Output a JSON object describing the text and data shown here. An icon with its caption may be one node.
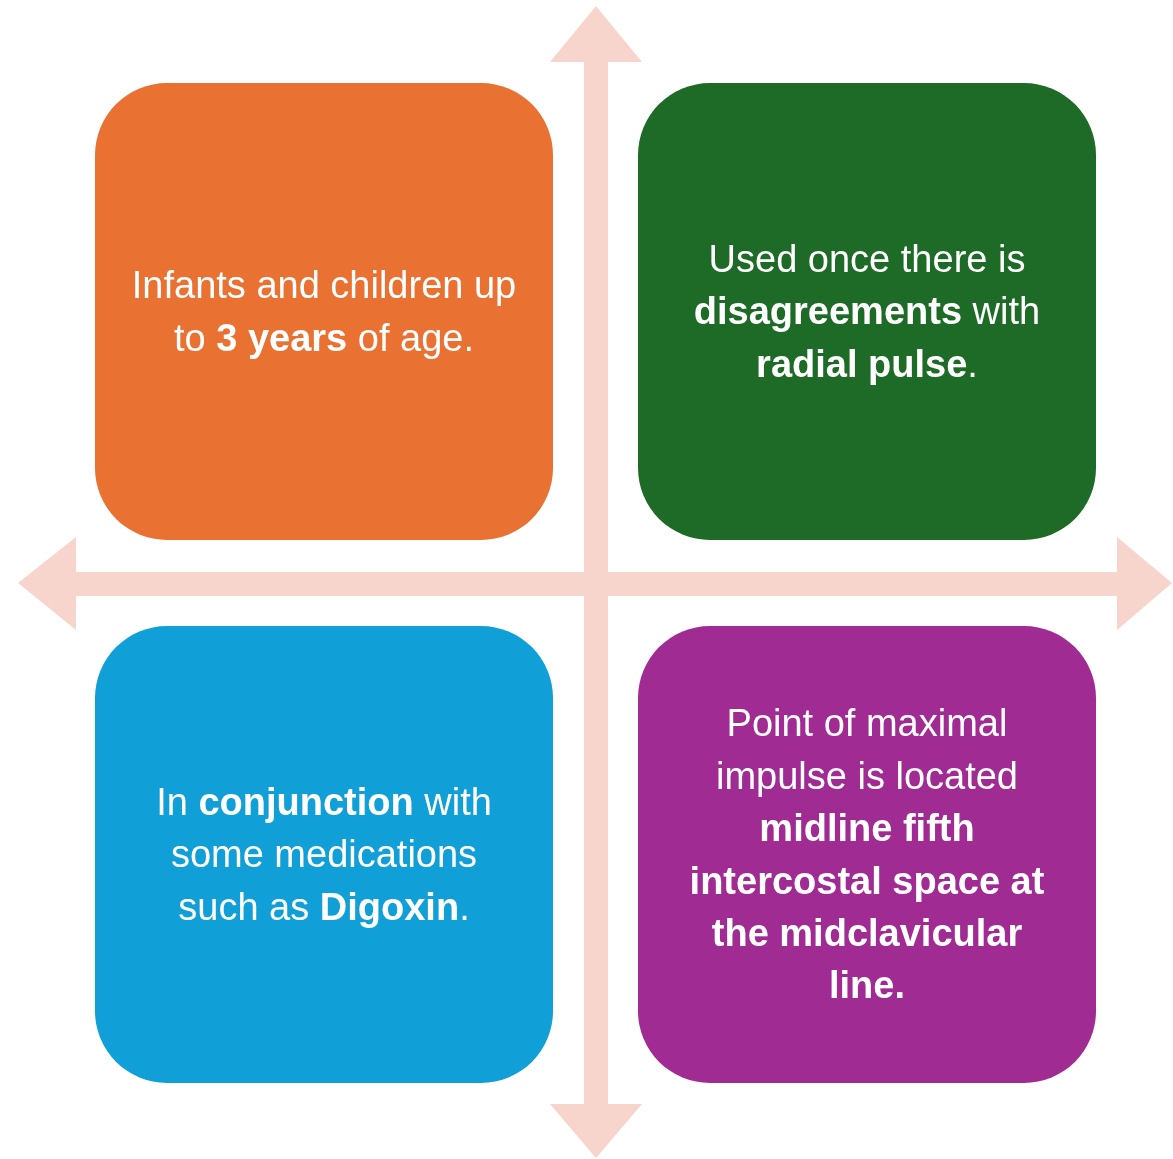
{
  "diagram": {
    "nodes": [
      {
        "text": [
          "Infants and children up to **3** **years** of age."
        ]
      },
      {
        "text": [
          "Used once there is **disagreements** with **radial pulse**."
        ]
      },
      {
        "text": [
          "In **conjunction** with some medications such as **Digoxin**."
        ]
      },
      {
        "text": [
          "Point of maximal impulse is located **midline fifth intercostal space at the midclavicular line.**"
        ]
      }
    ]
  }
}
